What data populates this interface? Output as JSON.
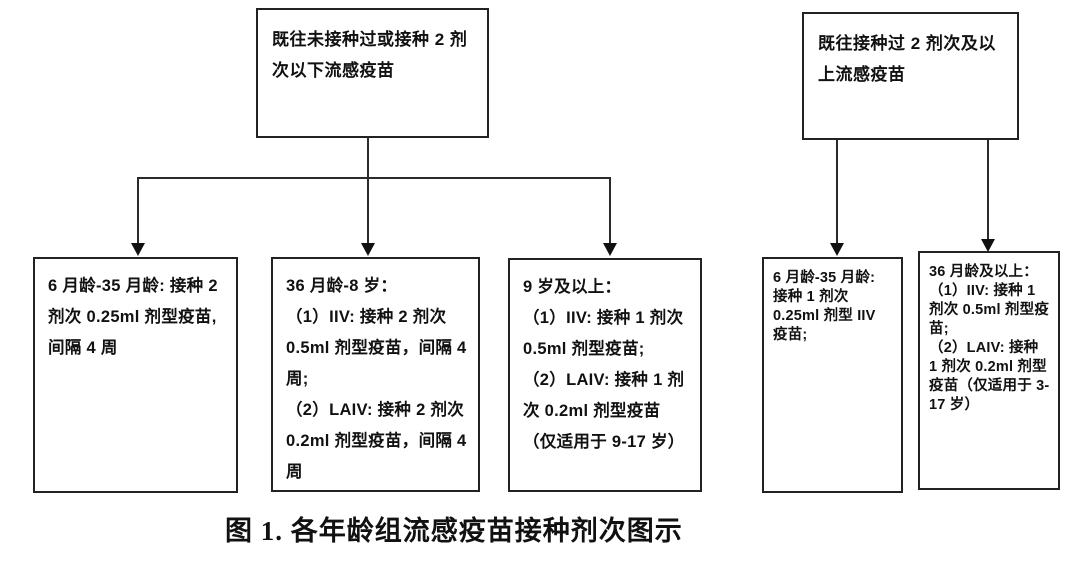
{
  "figure": {
    "caption": "图 1. 各年龄组流感疫苗接种剂次图示"
  },
  "colors": {
    "line": "#2a2a2a",
    "border": "#222222",
    "text": "#111111",
    "background": "#ffffff"
  },
  "nodes": {
    "root_left": {
      "text": "既往未接种过或接种 2 剂次以下流感疫苗"
    },
    "root_right": {
      "text": "既往接种过 2 剂次及以上流感疫苗"
    },
    "left_age_6_35m": {
      "lines": [
        "6 月龄-35 月龄: 接种 2 剂次 0.25ml 剂型疫苗, 间隔 4 周"
      ]
    },
    "left_age_36m_8y": {
      "lines": [
        "36 月龄-8 岁：",
        "（1）IIV: 接种 2 剂次 0.5ml 剂型疫苗，间隔 4 周;",
        "（2）LAIV: 接种 2 剂次 0.2ml 剂型疫苗，间隔 4 周"
      ]
    },
    "left_age_9y_up": {
      "lines": [
        "9 岁及以上：",
        "（1）IIV: 接种 1 剂次 0.5ml 剂型疫苗;",
        "（2）LAIV: 接种 1 剂次 0.2ml 剂型疫苗（仅适用于 9-17 岁）"
      ]
    },
    "right_age_6_35m": {
      "lines": [
        "6 月龄-35 月龄: 接种 1 剂次 0.25ml 剂型 IIV 疫苗;"
      ]
    },
    "right_age_36m_up": {
      "lines": [
        "36 月龄及以上：",
        "（1）IIV: 接种 1 剂次 0.5ml 剂型疫苗;",
        "（2）LAIV: 接种 1 剂次 0.2ml 剂型疫苗（仅适用于 3-17 岁）"
      ]
    }
  }
}
